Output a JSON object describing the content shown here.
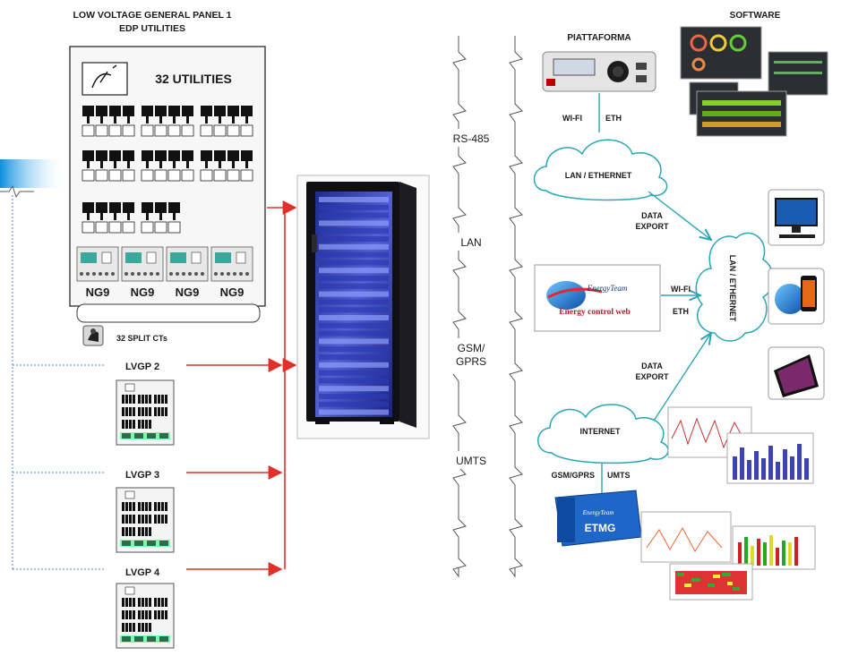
{
  "title": {
    "line1": "LOW VOLTAGE GENERAL PANEL 1",
    "line2": "EDP UTILITIES"
  },
  "panel1": {
    "utilities_label": "32 UTILITIES",
    "meters": [
      "NG9",
      "NG9",
      "NG9",
      "NG9"
    ]
  },
  "split_cts": {
    "label": "32 SPLIT CTs"
  },
  "sub_panels": [
    {
      "label": "LVGP 2"
    },
    {
      "label": "LVGP 3"
    },
    {
      "label": "LVGP 4"
    }
  ],
  "comm_labels": [
    "RS-485",
    "LAN",
    "GSM/\nGPRS",
    "UMTS"
  ],
  "piattaforma": {
    "label": "PIATTAFORMA",
    "wifi": "WI-FI",
    "eth": "ETH"
  },
  "software": {
    "label": "SOFTWARE"
  },
  "clouds": {
    "lan_top": "LAN / ETHERNET",
    "lan_right": "LAN / ETHERNET",
    "internet": "INTERNET"
  },
  "data_export_top": {
    "line1": "DATA",
    "line2": "EXPORT"
  },
  "data_export_bottom": {
    "line1": "DATA",
    "line2": "EXPORT"
  },
  "web_box": {
    "logo_text": "EnergyTeam",
    "sub_text": "Energy control web",
    "wifi": "WI-FI",
    "eth": "ETH"
  },
  "etmg": {
    "label": "ETMG",
    "gsm": "GSM/GPRS",
    "umts": "UMTS",
    "brand": "EnergyTeam"
  },
  "colors": {
    "arrow": "#e0302a",
    "cloud": "#2aa6b5",
    "dashed": "#4a86c5",
    "rack_glow": "#3a4bd8"
  }
}
